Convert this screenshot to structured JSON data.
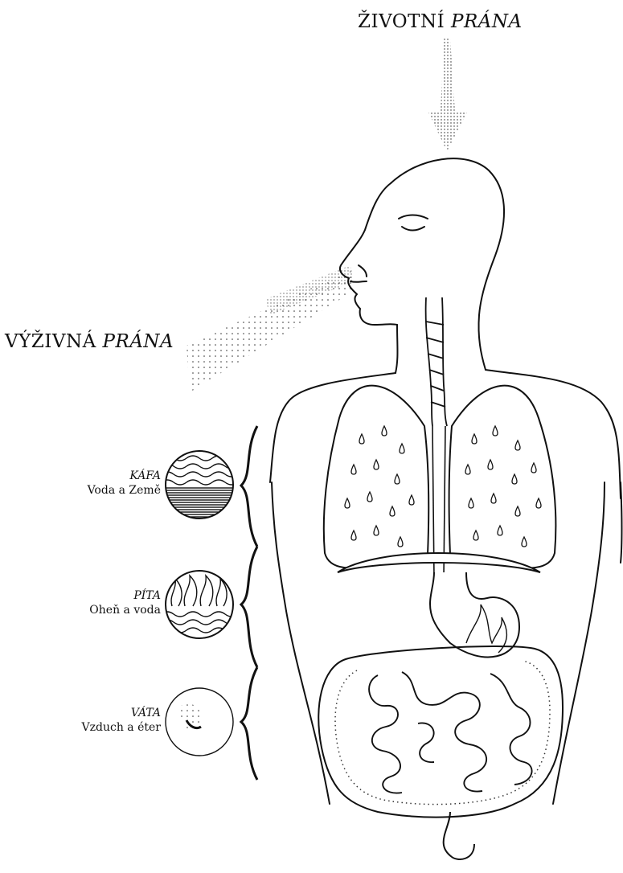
{
  "labels": {
    "vital_prana": {
      "main": "ŽIVOTNÍ",
      "accent": "PRÁNA"
    },
    "nutritive_prana": {
      "main": "VÝŽIVNÁ",
      "accent": "PRÁNA"
    }
  },
  "doshas": [
    {
      "id": "kafa",
      "name": "KÁFA",
      "desc": "Voda a Země",
      "icon": "water-earth-circle-icon"
    },
    {
      "id": "pita",
      "name": "PÍTA",
      "desc": "Oheň a voda",
      "icon": "fire-water-circle-icon"
    },
    {
      "id": "vata",
      "name": "VÁTA",
      "desc": "Vzduch a éter",
      "icon": "air-ether-circle-icon"
    }
  ],
  "colors": {
    "ink": "#111111",
    "paper": "#ffffff"
  }
}
